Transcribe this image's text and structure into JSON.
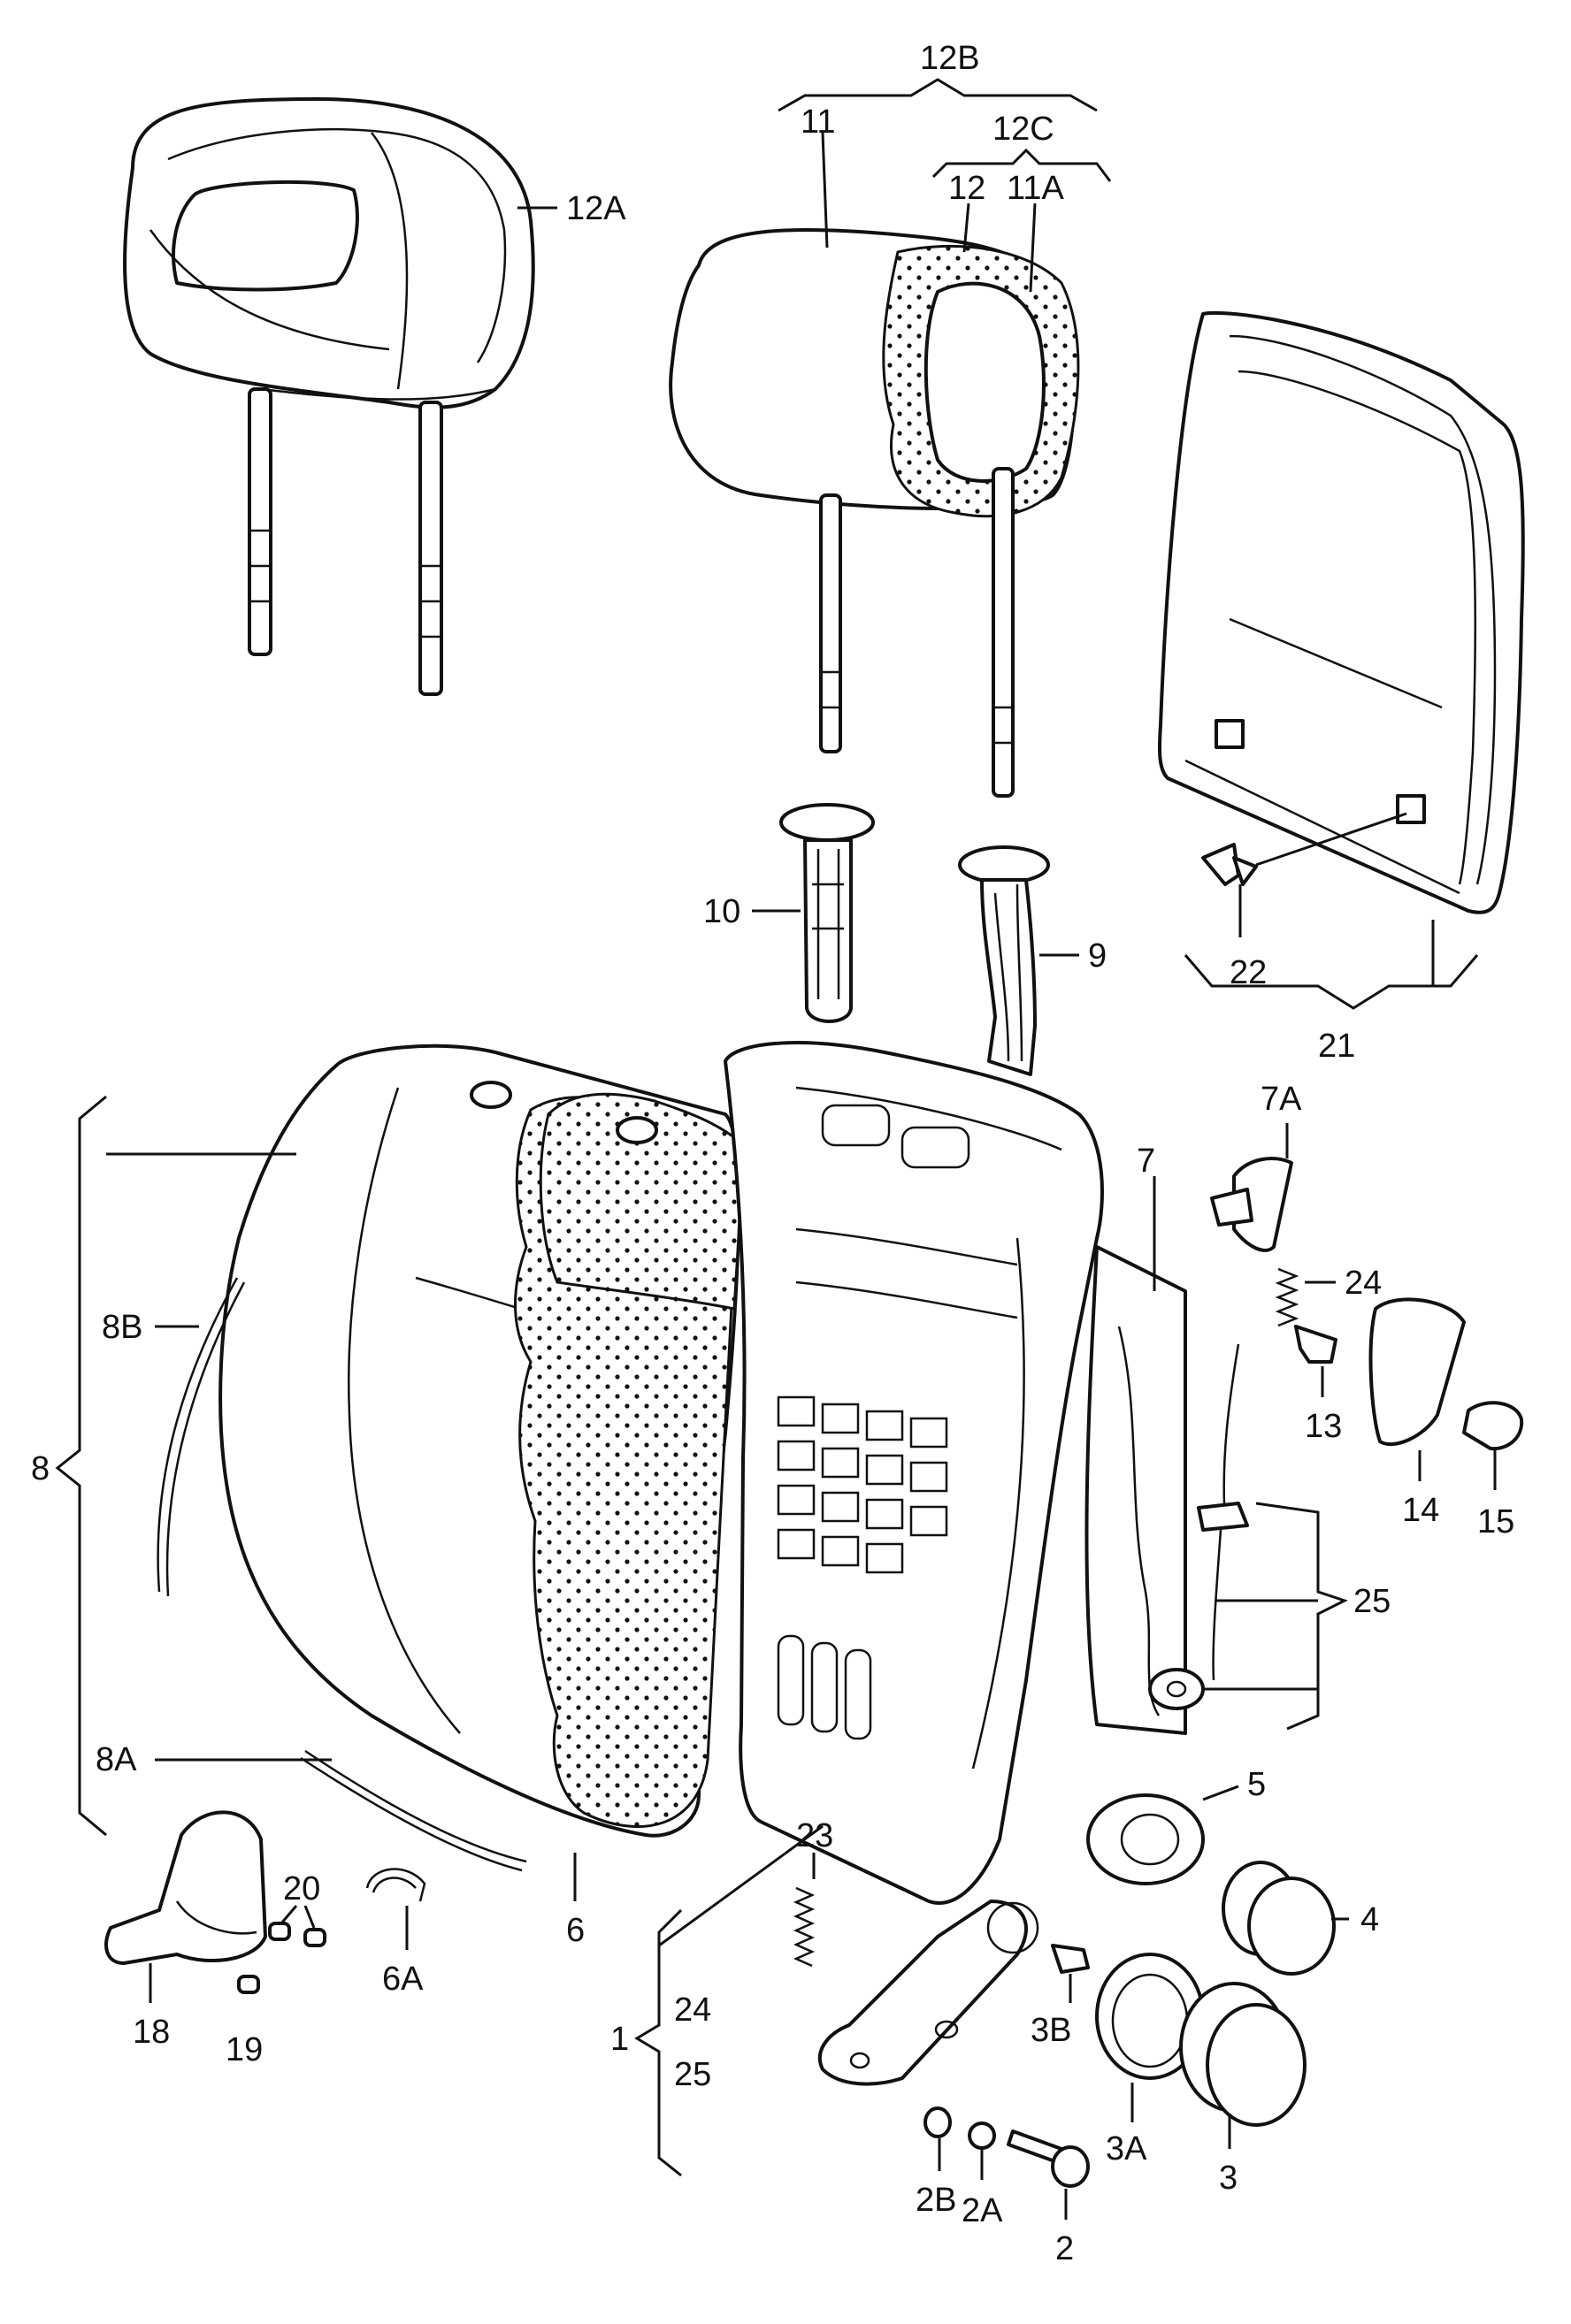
{
  "labels": {
    "l12A": "12A",
    "l12B": "12B",
    "l12C": "12C",
    "l11": "11",
    "l12": "12",
    "l11A": "11A",
    "l10": "10",
    "l9": "9",
    "l22": "22",
    "l21": "21",
    "l7A": "7A",
    "l7": "7",
    "l24a": "24",
    "l13": "13",
    "l14": "14",
    "l15": "15",
    "l25a": "25",
    "l8": "8",
    "l8B": "8B",
    "l8A": "8A",
    "l5": "5",
    "l4": "4",
    "l6": "6",
    "l6A": "6A",
    "l20": "20",
    "l18": "18",
    "l19": "19",
    "l23": "23",
    "l1": "1",
    "l24b": "24",
    "l25b": "25",
    "l3B": "3B",
    "l3A": "3A",
    "l3": "3",
    "l2B": "2B",
    "l2A": "2A",
    "l2": "2"
  }
}
